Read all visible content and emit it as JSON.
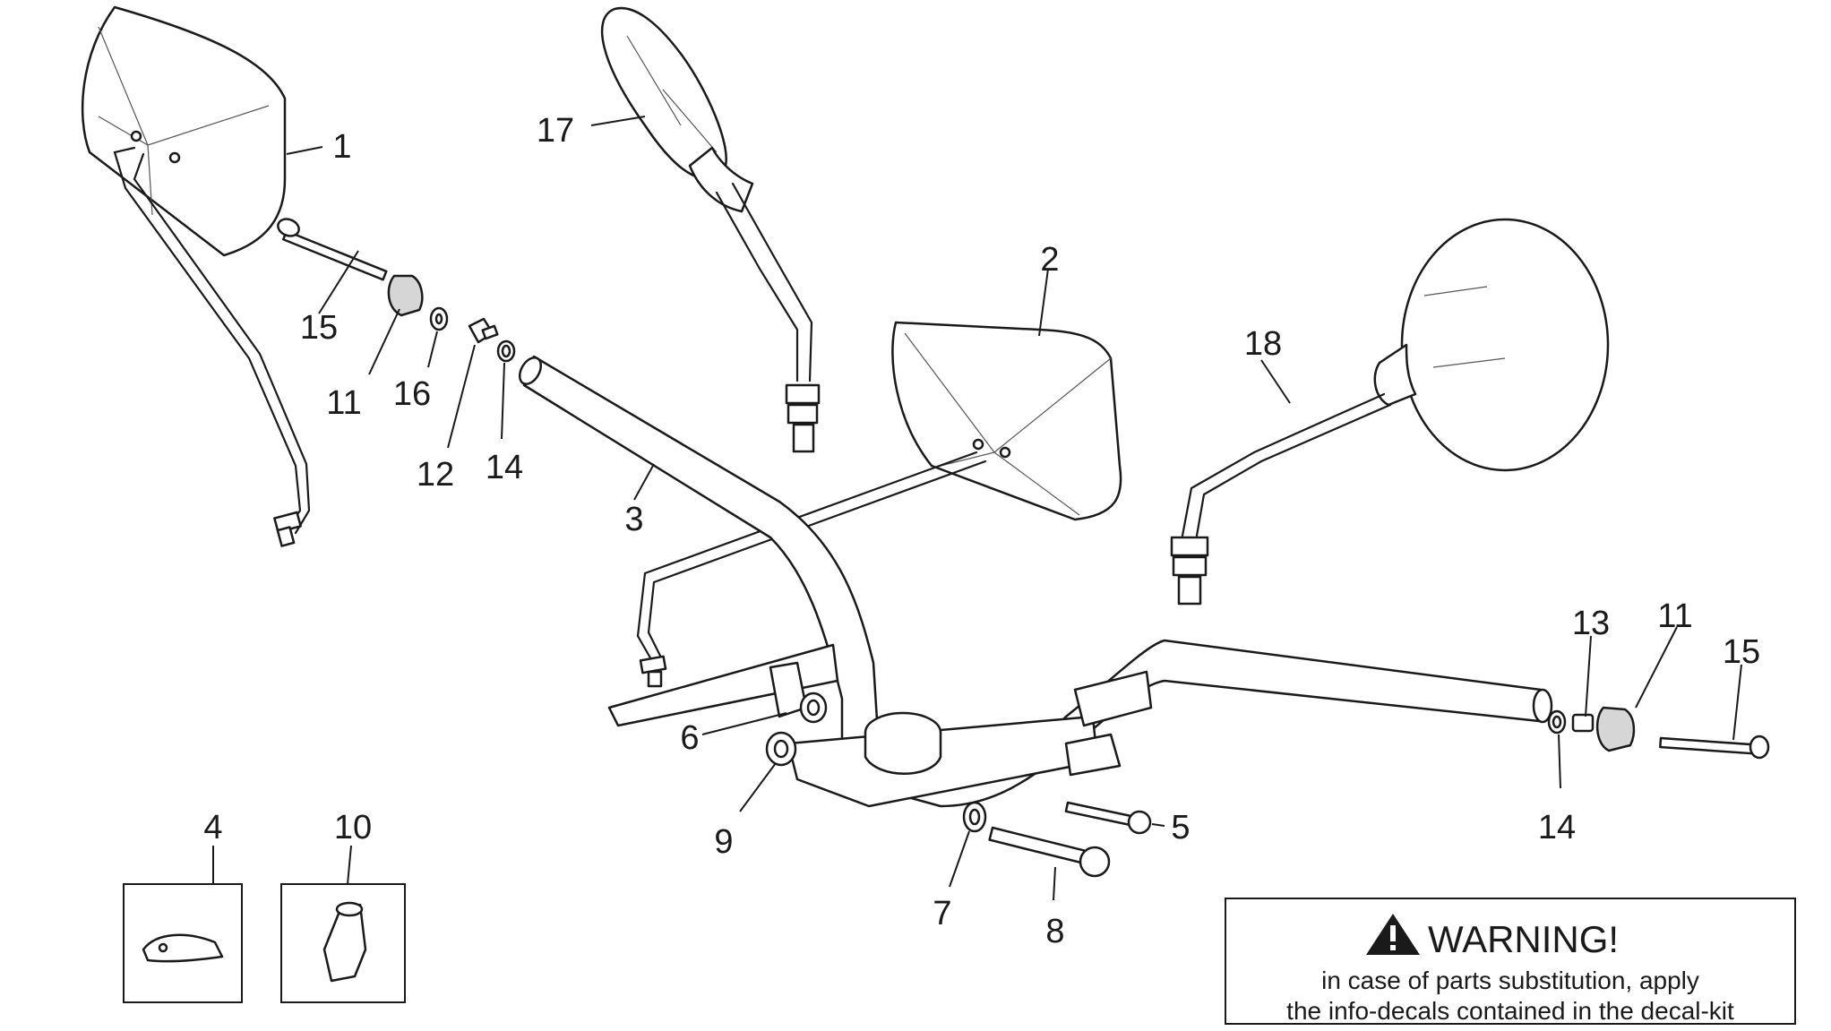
{
  "callouts": {
    "c1": "1",
    "c2": "2",
    "c3": "3",
    "c4": "4",
    "c5": "5",
    "c6": "6",
    "c7": "7",
    "c8": "8",
    "c9": "9",
    "c10": "10",
    "c11_left": "11",
    "c11_right": "11",
    "c12": "12",
    "c13": "13",
    "c14_left": "14",
    "c14_right": "14",
    "c15_left": "15",
    "c15_right": "15",
    "c16": "16",
    "c17": "17",
    "c18": "18"
  },
  "warning": {
    "title": "WARNING!",
    "line1": "in case of parts substitution, apply",
    "line2": "the info-decals contained in the decal-kit"
  },
  "icons": {
    "warning": "warning-triangle-icon"
  }
}
